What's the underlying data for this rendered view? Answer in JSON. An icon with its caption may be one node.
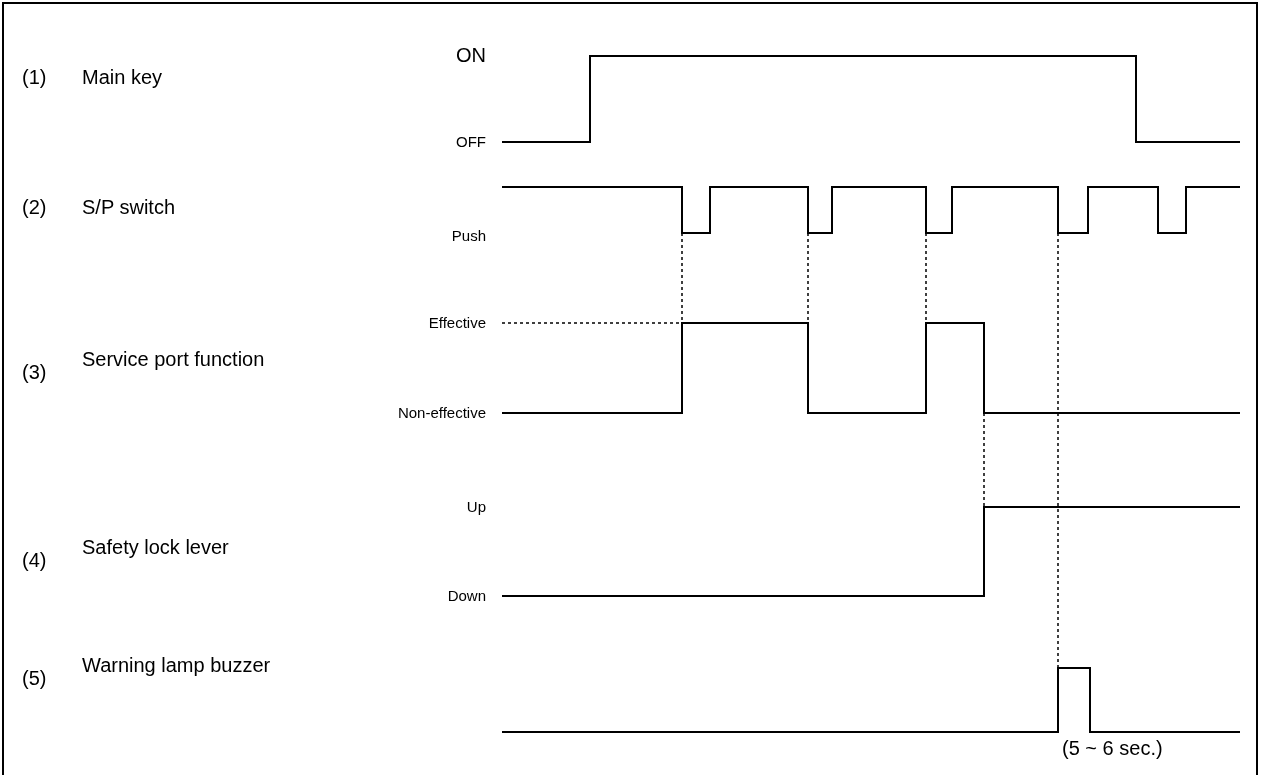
{
  "diagram": {
    "labels": [
      "(1)",
      "Main key",
      "ON",
      "OFF",
      "(2)",
      "S/P switch",
      "Push",
      "Effective",
      "(3)",
      "Service port function",
      "Non-effective",
      "(4)",
      "Safety lock lever",
      "Up",
      "Down",
      "(5)",
      "Warning lamp buzzer",
      "(5 ~ 6 sec.)"
    ]
  }
}
